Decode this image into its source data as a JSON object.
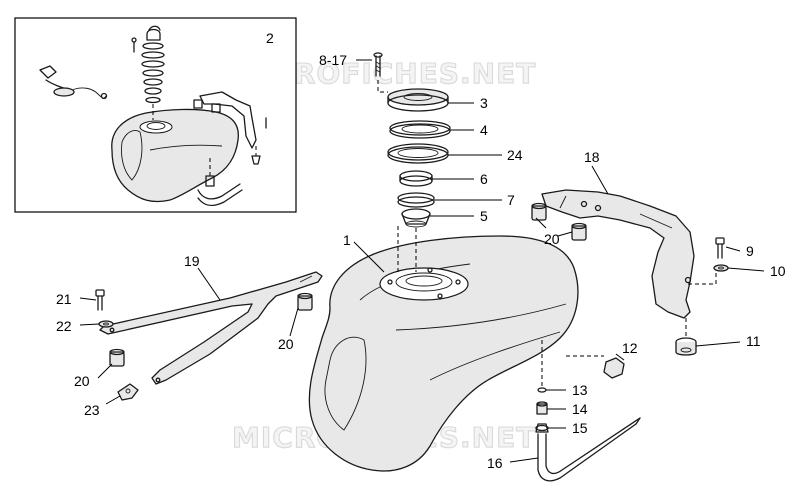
{
  "watermark": {
    "text_top": "MICROFICHES.NET",
    "text_bottom": "MICROFICHES.NET"
  },
  "inset": {
    "number": "2"
  },
  "callouts": {
    "c1": "1",
    "c3": "3",
    "c4": "4",
    "c5": "5",
    "c6": "6",
    "c7": "7",
    "c8_17": "8-17",
    "c9": "9",
    "c10": "10",
    "c11": "11",
    "c12": "12",
    "c13": "13",
    "c14": "14",
    "c15": "15",
    "c16": "16",
    "c18": "18",
    "c19": "19",
    "c20a": "20",
    "c20b": "20",
    "c20c": "20",
    "c21": "21",
    "c22": "22",
    "c23": "23",
    "c24": "24"
  }
}
